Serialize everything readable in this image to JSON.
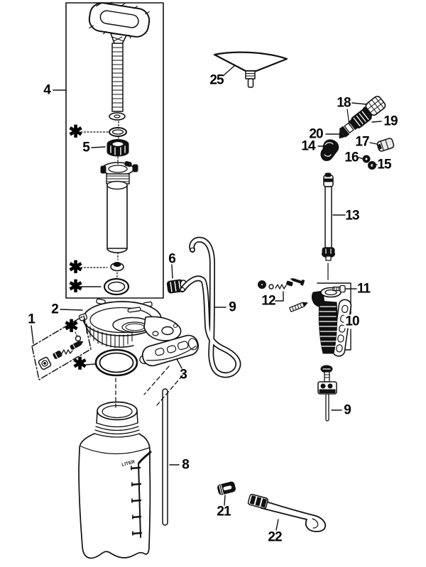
{
  "figure": {
    "kind": "exploded-parts-diagram",
    "subject": "compression-sprayer"
  },
  "colors": {
    "background": "#ffffff",
    "line": "#111111"
  },
  "tank": {
    "scale_text": "LITER"
  },
  "callouts": {
    "asterisk": "✱",
    "n1": "1",
    "n2": "2",
    "n3": "3",
    "n4": "4",
    "n5": "5",
    "n6": "6",
    "n8": "8",
    "n9_hose": "9",
    "n9_strainer": "9",
    "n10": "10",
    "n11": "11",
    "n12": "12",
    "n13": "13",
    "n14": "14",
    "n15": "15",
    "n16": "16",
    "n17": "17",
    "n18": "18",
    "n19": "19",
    "n20": "20",
    "n21": "21",
    "n22": "22",
    "n25": "25"
  }
}
